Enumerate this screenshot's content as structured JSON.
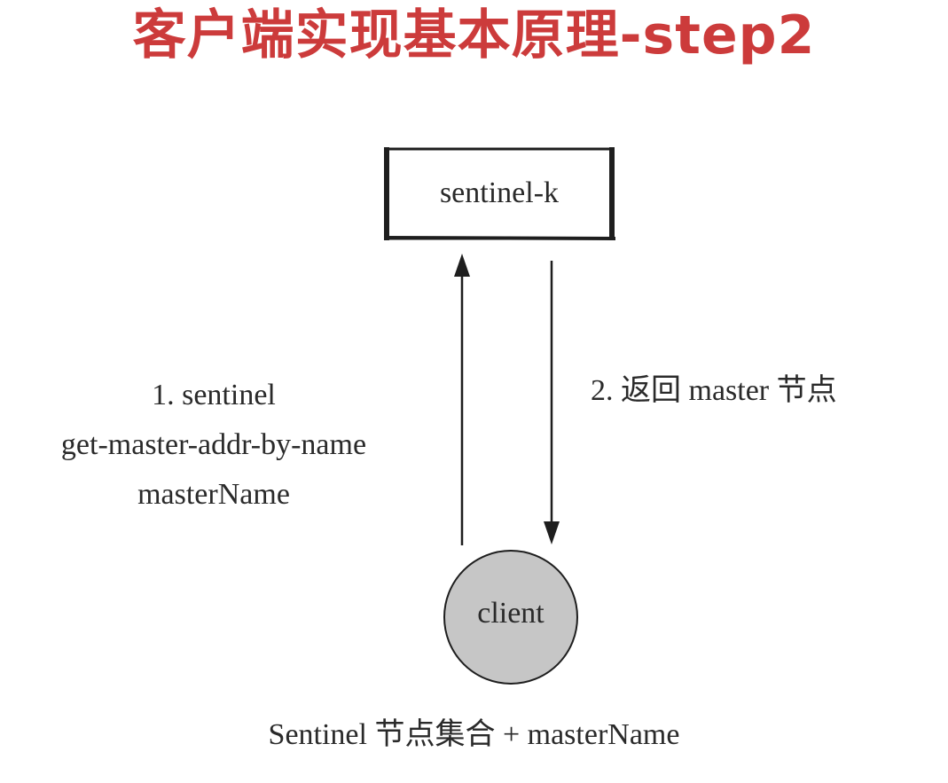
{
  "title": "客户端实现基本原理-step2",
  "nodes": {
    "sentinel": "sentinel-k",
    "client": "client"
  },
  "edges": {
    "request": {
      "line1": "1. sentinel",
      "line2": "get-master-addr-by-name",
      "line3": "masterName"
    },
    "response": "2. 返回 master 节点"
  },
  "caption": "Sentinel 节点集合 + masterName",
  "colors": {
    "title": "#cc3b3b",
    "client_fill": "#c6c6c6",
    "stroke": "#1e1e1e"
  }
}
